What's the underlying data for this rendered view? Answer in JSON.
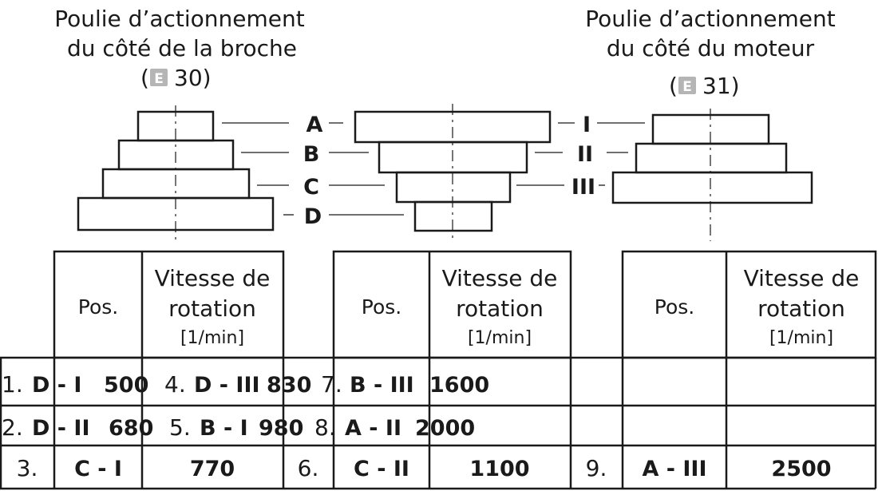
{
  "left_title": {
    "line1": "Poulie d’actionnement",
    "line2": "du côté de la broche",
    "ref_icon": "E",
    "ref_number": "30)",
    "ref_open": "("
  },
  "right_title": {
    "line1": "Poulie d’actionnement",
    "line2": "du côté du moteur",
    "ref_icon": "E",
    "ref_number": "31)",
    "ref_open": "("
  },
  "spindle_steps": [
    "A",
    "B",
    "C",
    "D"
  ],
  "motor_steps": [
    "I",
    "II",
    "III"
  ],
  "table": {
    "header": {
      "pos": "Pos.",
      "speed_line1": "Vitesse de",
      "speed_line2": "rotation",
      "speed_unit": "[1/min]"
    },
    "row1": [
      "1.",
      "D - I",
      "500",
      "4.",
      "D - III",
      "830",
      "7.",
      "B - III",
      "1600"
    ],
    "row2": [
      "2.",
      "D - II",
      "680",
      "5.",
      "B - I",
      "980",
      "8.",
      "A - II",
      "2000"
    ],
    "row3": [
      "3.",
      "C - I",
      "770",
      "6.",
      "C - II",
      "1100",
      "9.",
      "A - III",
      "2500"
    ]
  },
  "colors": {
    "ink": "#1a1a1a",
    "icon_gray": "#b5b5b5"
  }
}
